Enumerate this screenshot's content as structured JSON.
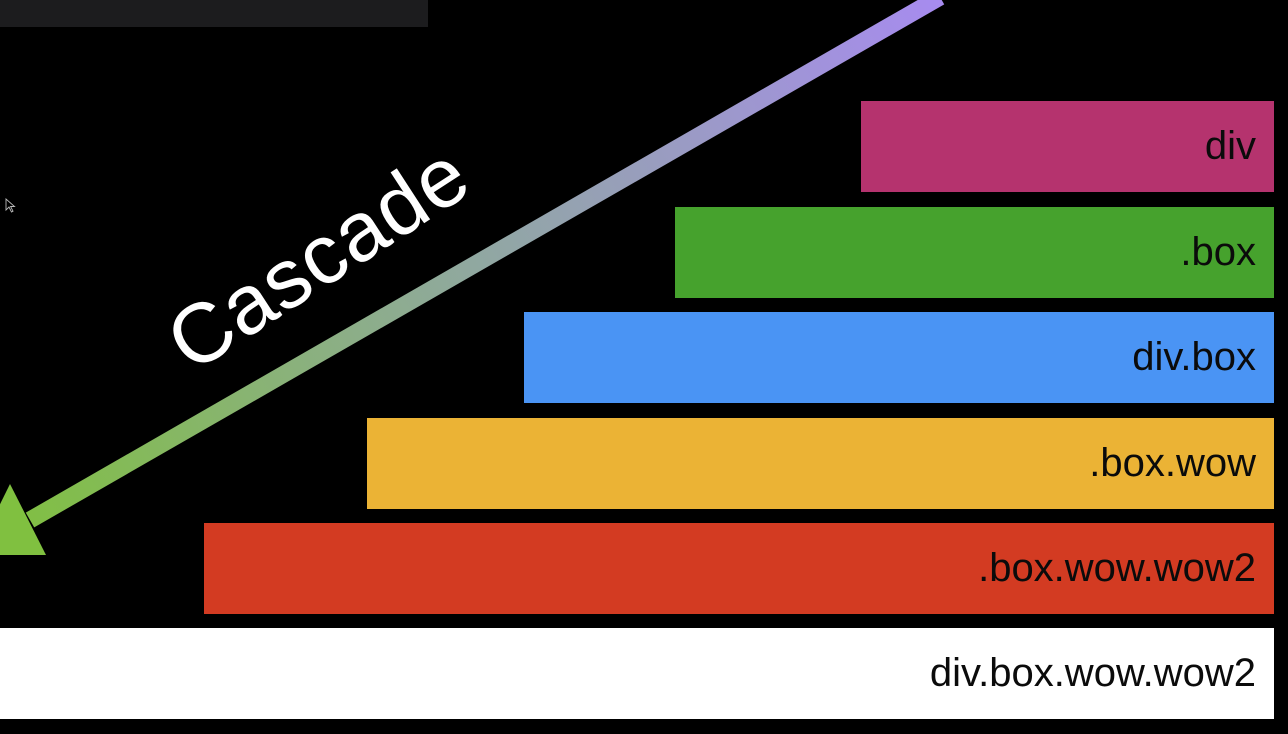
{
  "diagram": {
    "arrow_label": "Cascade",
    "arrow_gradient": {
      "start": "#a78bf0",
      "end": "#80c040"
    },
    "bars": [
      {
        "label": "div",
        "color": "#b5336e"
      },
      {
        "label": ".box",
        "color": "#46a22d"
      },
      {
        "label": "div.box",
        "color": "#4a94f4"
      },
      {
        "label": ".box.wow",
        "color": "#ebb335"
      },
      {
        "label": ".box.wow.wow2",
        "color": "#d33b22"
      },
      {
        "label": "div.box.wow.wow2",
        "color": "#ffffff"
      }
    ]
  }
}
